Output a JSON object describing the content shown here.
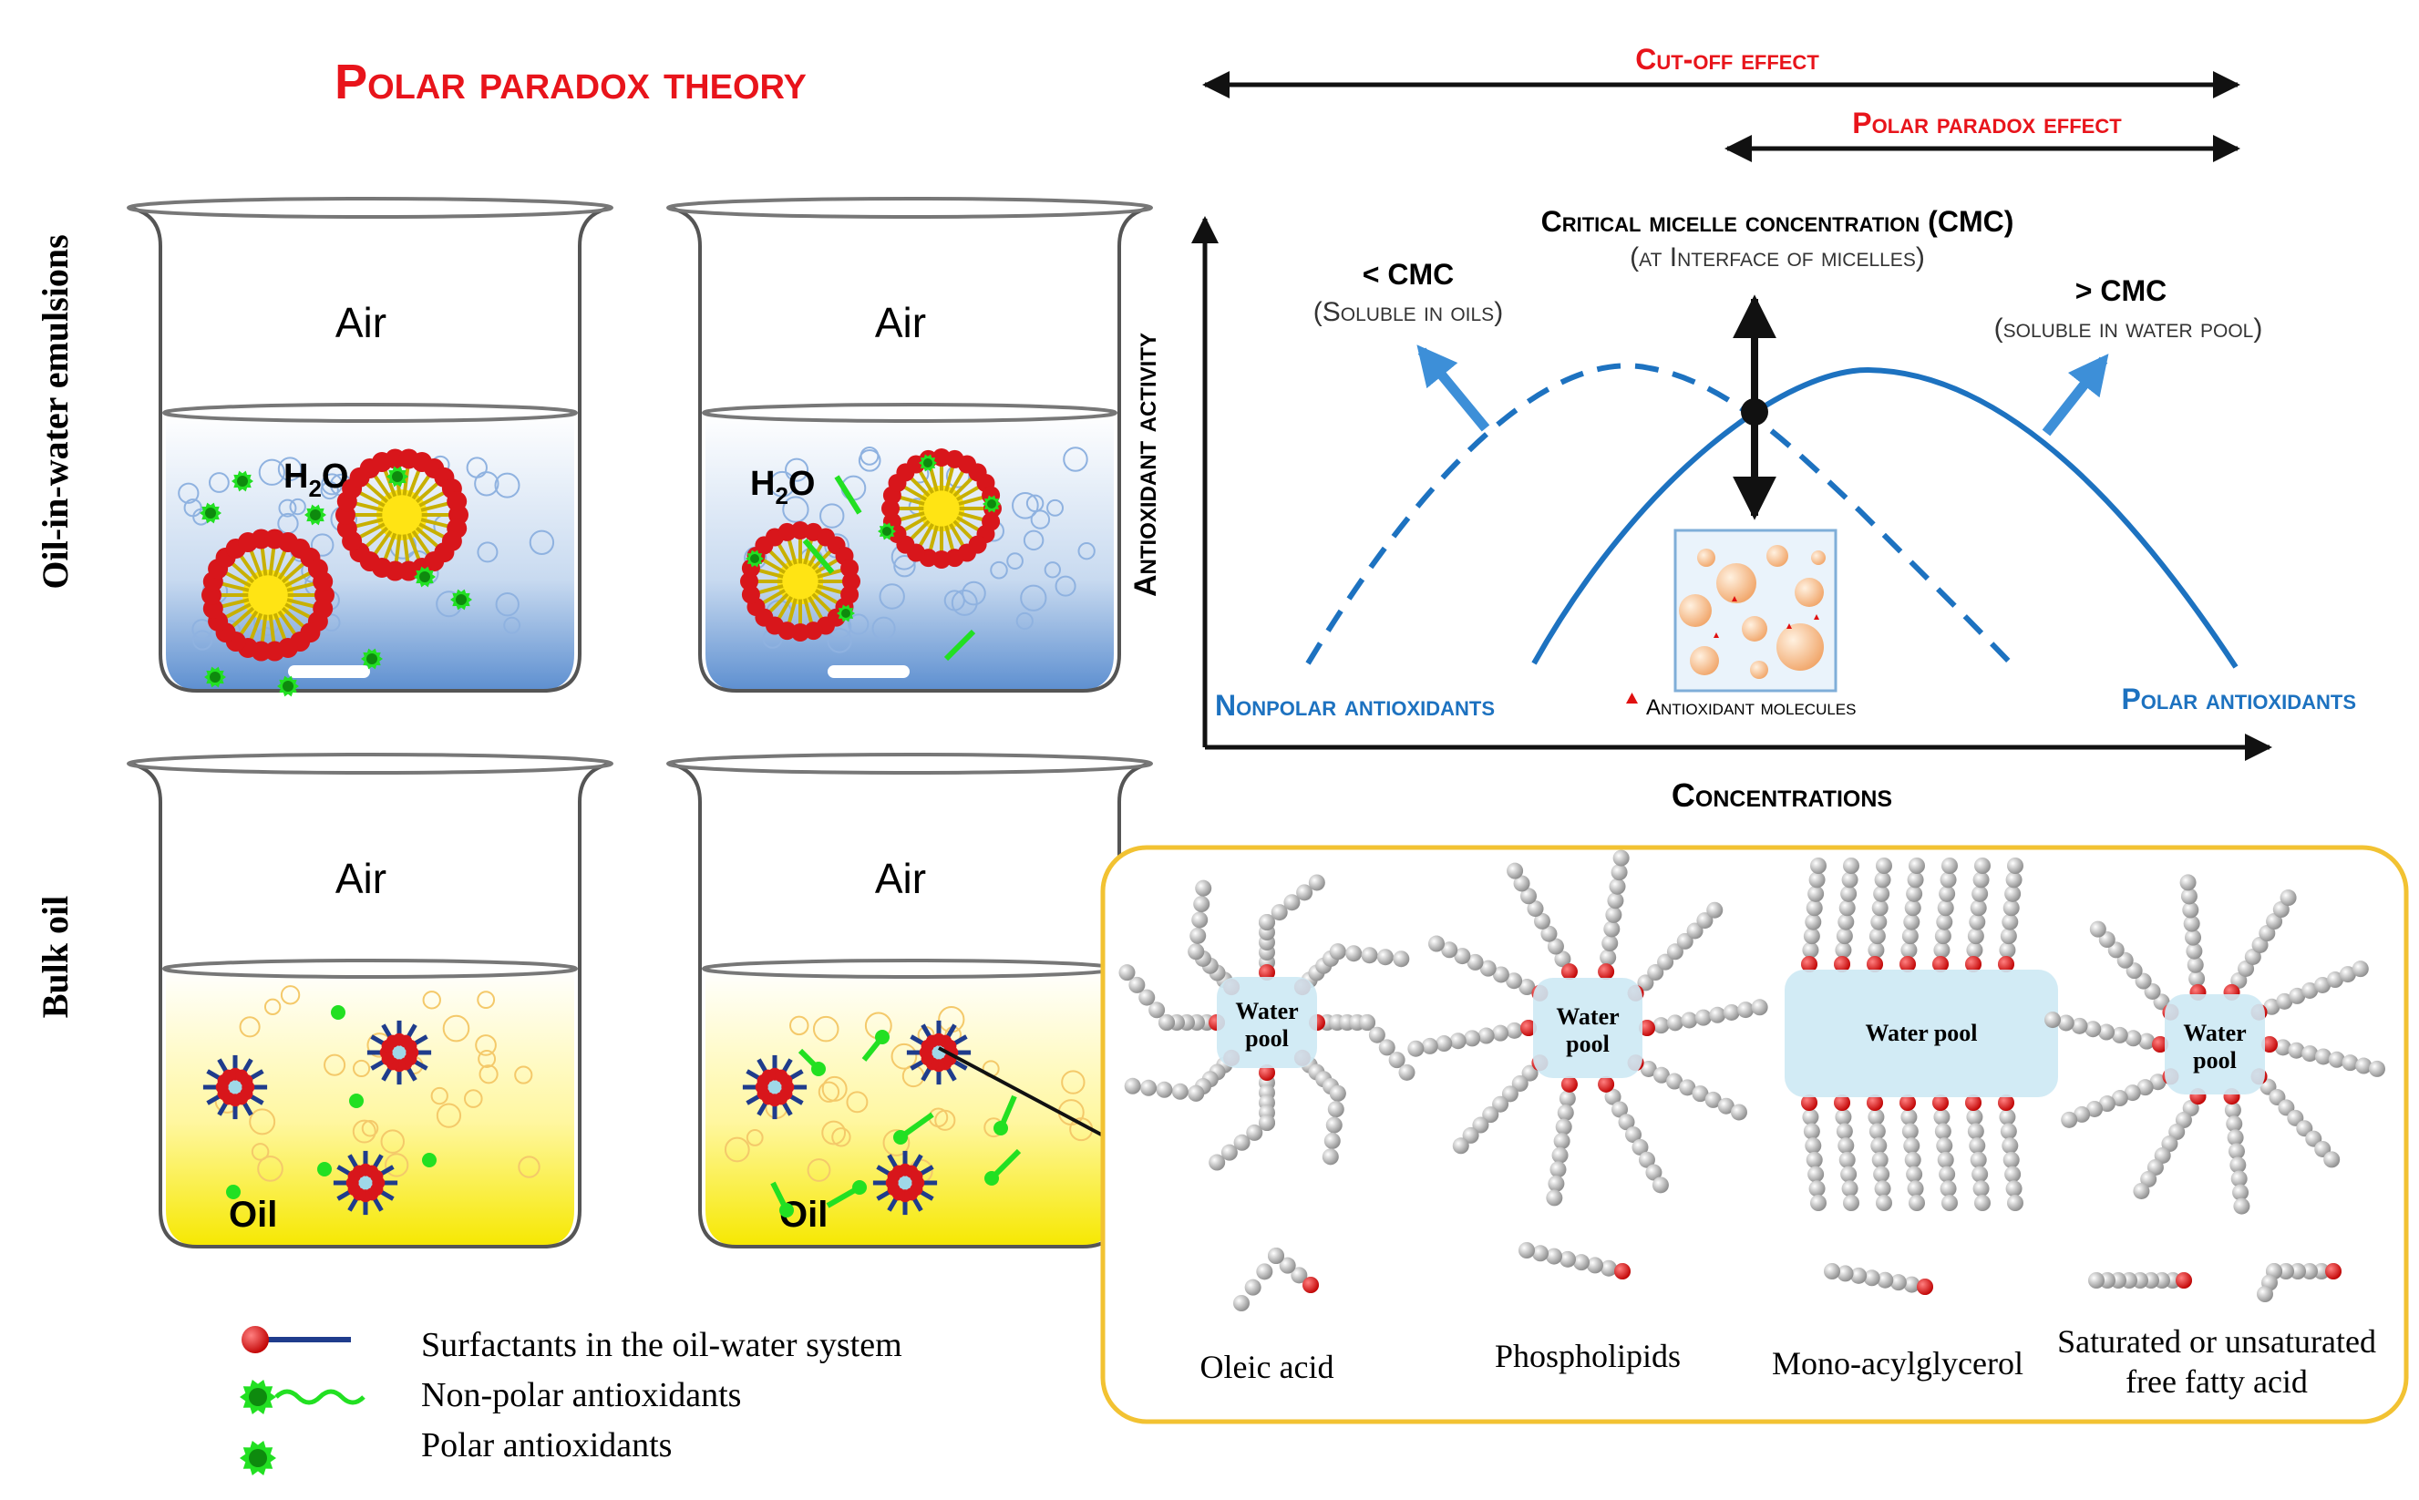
{
  "title": "Polar paradox theory",
  "row_labels": {
    "emulsion": "Oil-in-water emulsions",
    "bulk": "Bulk oil"
  },
  "beakers": {
    "air_label": "Air",
    "water_label": "H",
    "water_sub": "2",
    "water_tail": "O",
    "oil_label": "Oil"
  },
  "legend": [
    {
      "label": "Surfactants in the oil-water system",
      "icon": "surfactant-icon"
    },
    {
      "label": "Non-polar antioxidants",
      "icon": "nonpolar-antioxidant-icon"
    },
    {
      "label": "Polar antioxidants",
      "icon": "polar-antioxidant-icon"
    }
  ],
  "effects": {
    "cutoff": "Cut-off effect",
    "polar_paradox": "Polar paradox effect"
  },
  "graph": {
    "y_axis": "Antioxidant activity",
    "x_axis": "Concentrations",
    "cmc_title": "Critical micelle concentration (CMC)",
    "cmc_sub": "(at Interface of micelles)",
    "lt_cmc": "< CMC",
    "lt_cmc_sub": "(Soluble in oils)",
    "gt_cmc": "> CMC",
    "gt_cmc_sub": "(soluble in water pool)",
    "nonpolar": "Nonpolar antioxidants",
    "polar": "Polar antioxidants",
    "molecules_legend": "Antioxidant molecules"
  },
  "micelles": {
    "water_pool": "Water pool",
    "water": "Water",
    "pool": "pool",
    "molecules": [
      "Oleic acid",
      "Phospholipids",
      "Mono-acylglycerol",
      "Saturated or unsaturated",
      "free fatty acid"
    ]
  },
  "colors": {
    "title_red": "#e8141b",
    "blue_curve": "#1d72c0",
    "green": "#22e022",
    "surfactant_red": "#d8161b",
    "surfactant_blue": "#1f3c8c",
    "micelle_core": "#ffe414",
    "box_border": "#f2c232"
  }
}
